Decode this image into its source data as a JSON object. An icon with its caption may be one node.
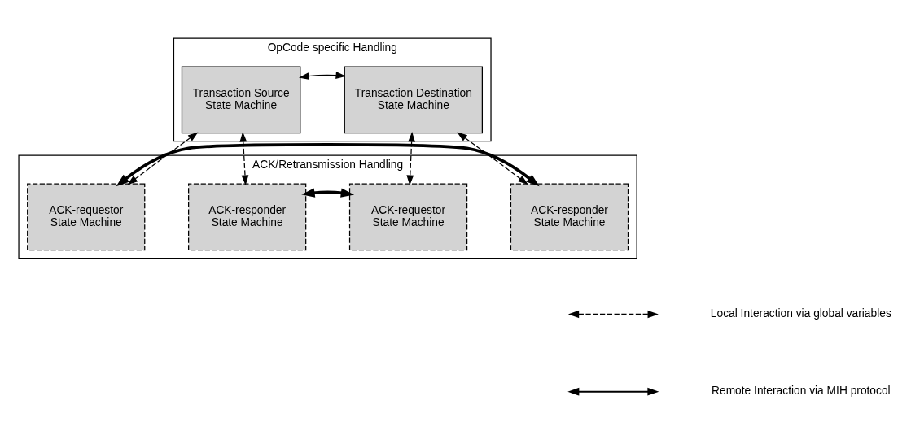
{
  "diagram": {
    "nodes": [
      {
        "text": [
          "OpCode specific Handling"
        ]
      },
      {
        "text": [
          "Transaction Source State Machine"
        ],
        "in": 0
      },
      {
        "text": [
          "Transaction Destination State Machine"
        ],
        "in": 0
      },
      {
        "text": [
          "ACK/Retransmission Handling"
        ]
      },
      {
        "text": [
          "ACK-requestor State Machine"
        ],
        "in": 3
      },
      {
        "text": [
          "ACK-responder State Machine"
        ],
        "in": 3
      },
      {
        "text": [
          "ACK-requestor State Machine"
        ],
        "in": 3
      },
      {
        "text": [
          "ACK-responder State Machine"
        ],
        "in": 3
      }
    ],
    "edges": [
      {
        "from": 1,
        "to": 2,
        "arrow": "both"
      },
      {
        "from": 1,
        "to": 4,
        "arrow": "both",
        "style": "dashed"
      },
      {
        "from": 1,
        "to": 5,
        "arrow": "both",
        "style": "dashed"
      },
      {
        "from": 2,
        "to": 6,
        "arrow": "both",
        "style": "dashed"
      },
      {
        "from": 2,
        "to": 7,
        "arrow": "both",
        "style": "dashed"
      },
      {
        "from": 5,
        "to": 6,
        "arrow": "both",
        "style": "thick"
      },
      {
        "from": 4,
        "to": 7,
        "arrow": "both",
        "style": "thick"
      }
    ],
    "legend": [
      {
        "text": "Local Interaction via global variables"
      },
      {
        "text": "Remote Interaction via MIH protocol"
      }
    ]
  }
}
